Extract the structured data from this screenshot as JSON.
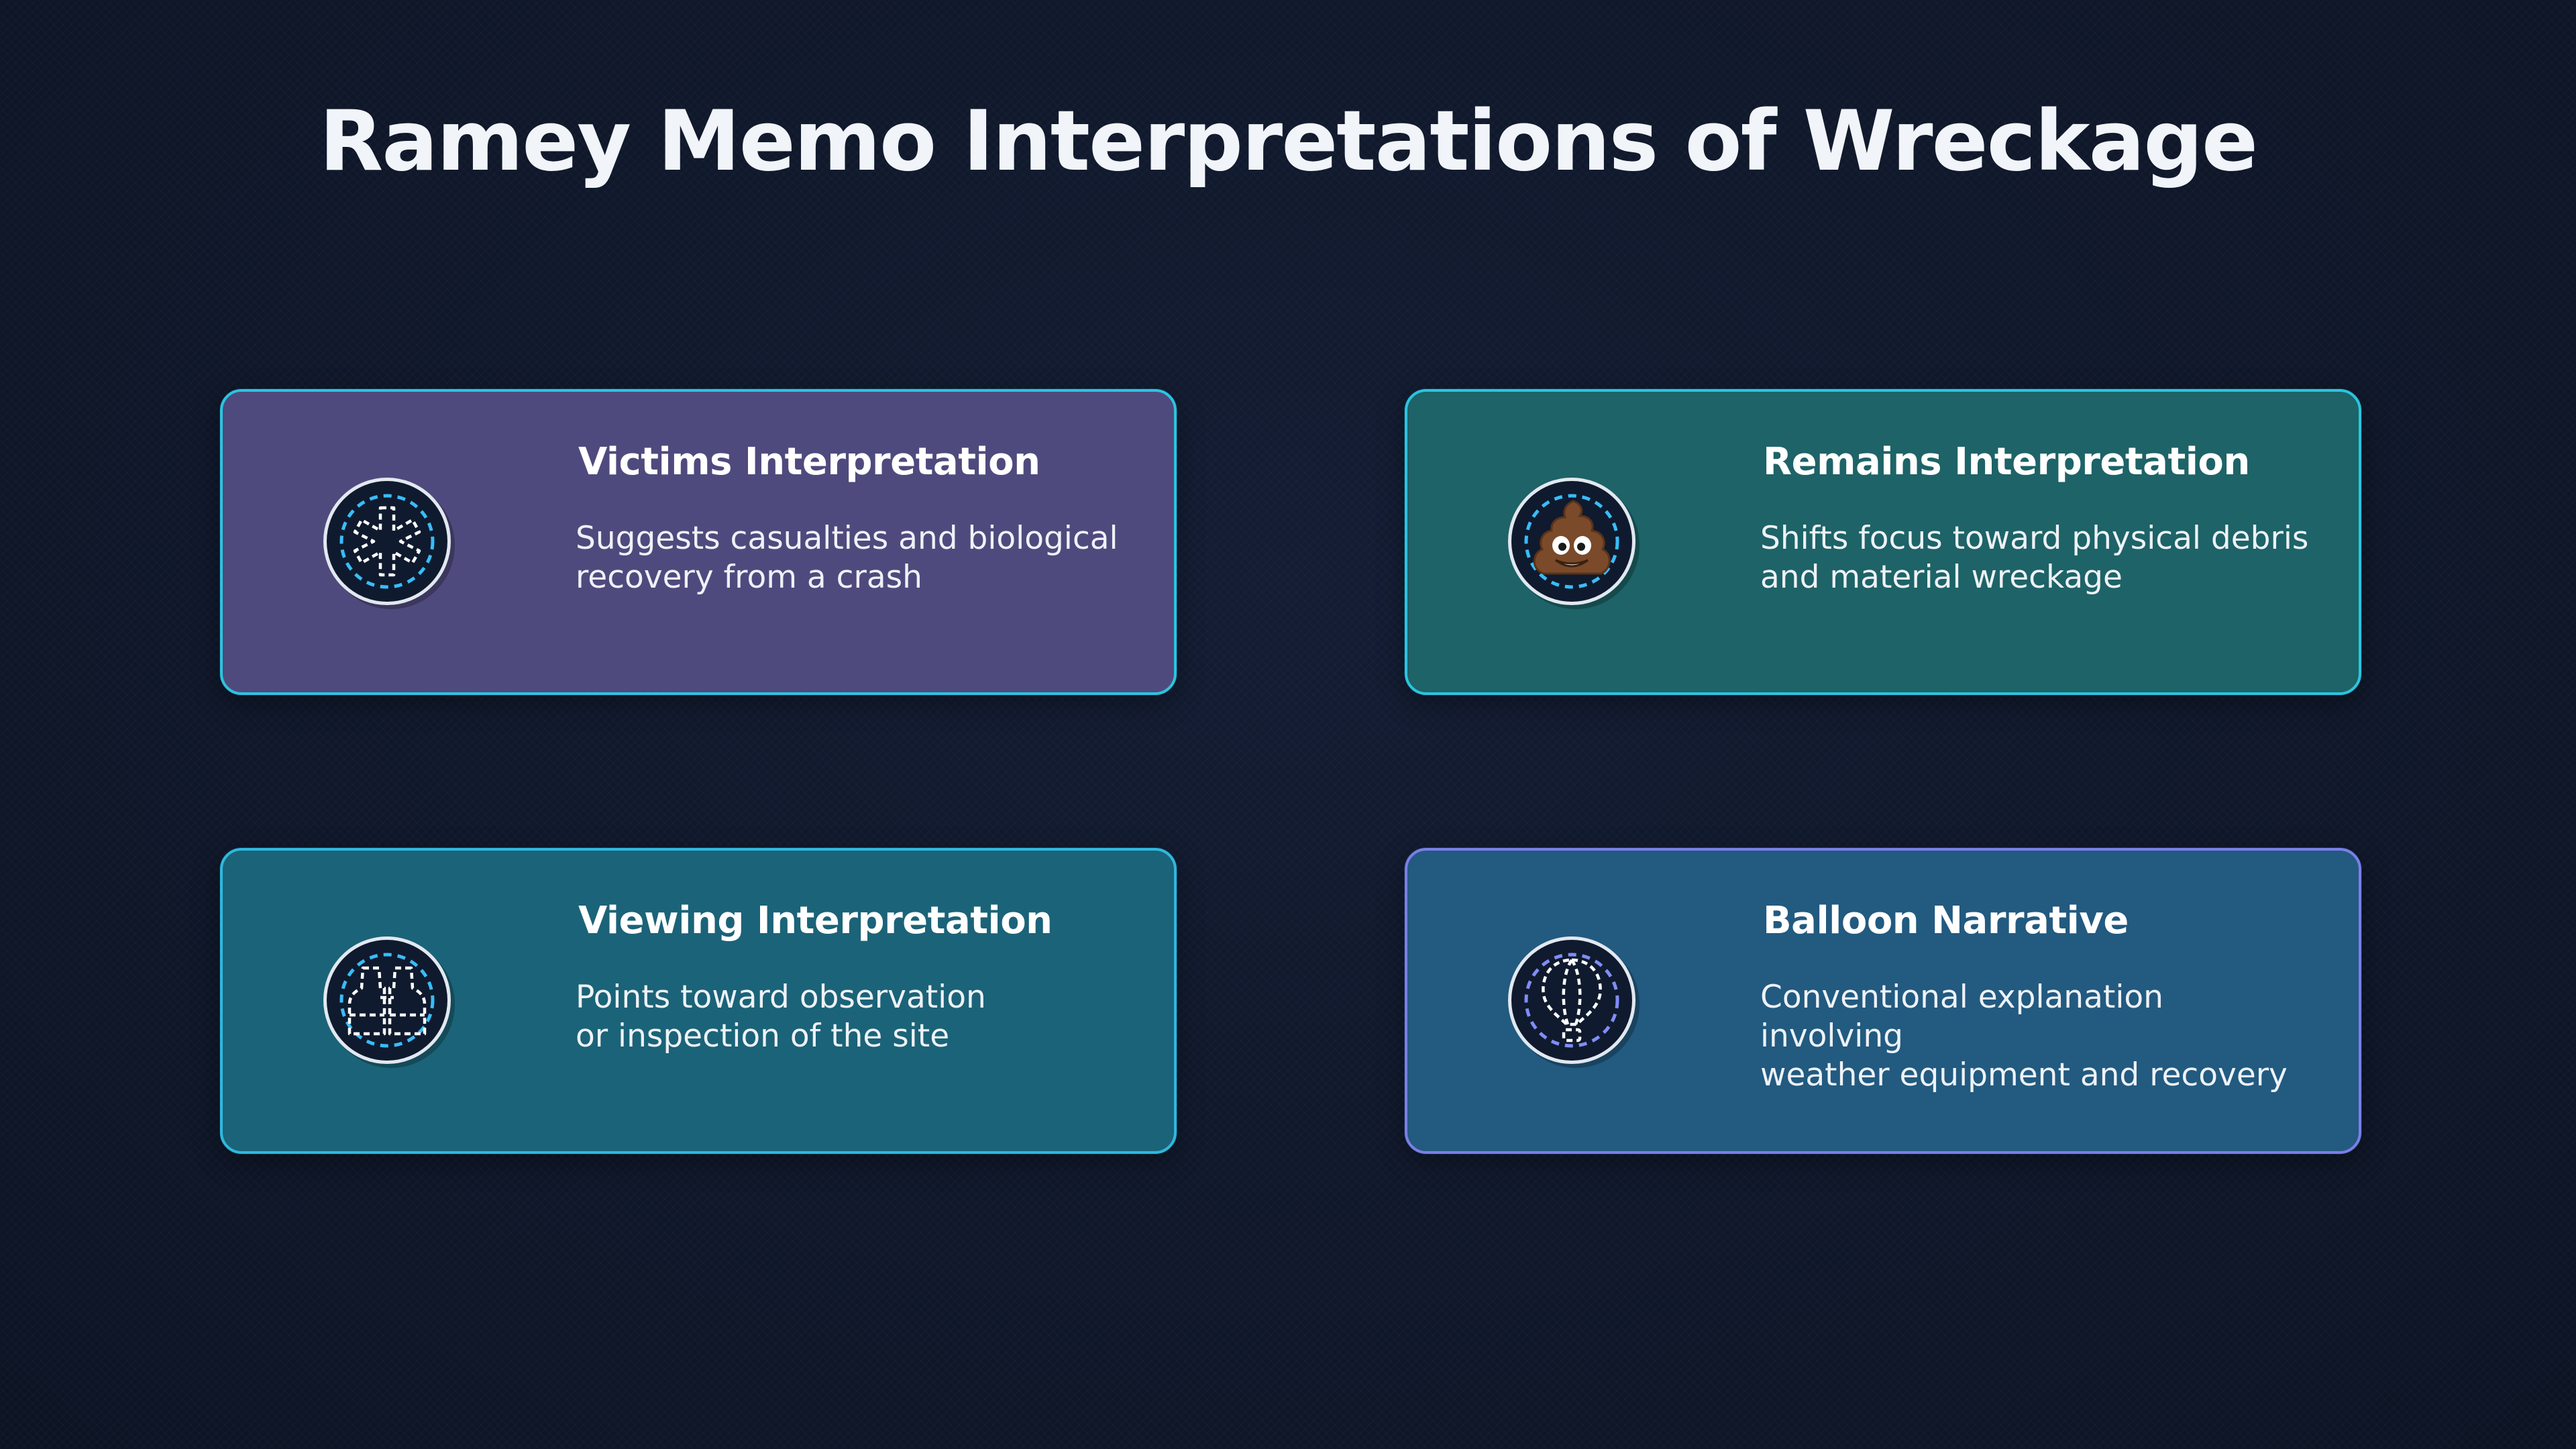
{
  "title": "Ramey Memo Interpretations of Wreckage",
  "cards": [
    {
      "title": "Victims Interpretation",
      "description": "Suggests casualties and biological\nrecovery from a crash",
      "icon": "medical-asterisk-icon",
      "background": "#4f4a7d"
    },
    {
      "title": "Remains Interpretation",
      "description": "Shifts focus toward physical debris\nand material wreckage",
      "icon": "pile-of-poo-emoji-icon",
      "background": "#1d6367"
    },
    {
      "title": "Viewing Interpretation",
      "description": "Points toward observation\nor inspection of the site",
      "icon": "binoculars-icon",
      "background": "#1b6378"
    },
    {
      "title": "Balloon Narrative",
      "description": "Conventional explanation involving\nweather equipment and recovery",
      "icon": "hot-air-balloon-icon",
      "background": "#225a80"
    }
  ],
  "colors": {
    "page_background": "#0f172a",
    "card_border_cyan": "#22d3ee",
    "card_border_violet": "#7c7ee8",
    "icon_dash_cyan": "#38bdf8"
  }
}
